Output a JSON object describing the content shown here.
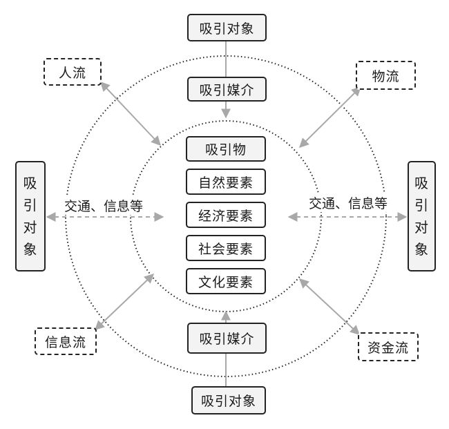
{
  "top_target": "吸引对象",
  "bottom_target": "吸引对象",
  "left_target": [
    "吸",
    "引",
    "对",
    "象"
  ],
  "right_target": [
    "吸",
    "引",
    "对",
    "象"
  ],
  "top_medium": "吸引媒介",
  "bottom_medium": "吸引媒介",
  "attractions": {
    "header": "吸引物",
    "items": [
      "自然要素",
      "经济要素",
      "社会要素",
      "文化要素"
    ]
  },
  "flows": {
    "people": "人流",
    "logistics": "物流",
    "information": "信息流",
    "capital": "资金流"
  },
  "channel_labels": {
    "left": "交通、信息等",
    "right": "交通、信息等"
  },
  "colors": {
    "line": "#a8a8a8",
    "dotted": "#222222",
    "box_fill": "#f3f3f3"
  }
}
